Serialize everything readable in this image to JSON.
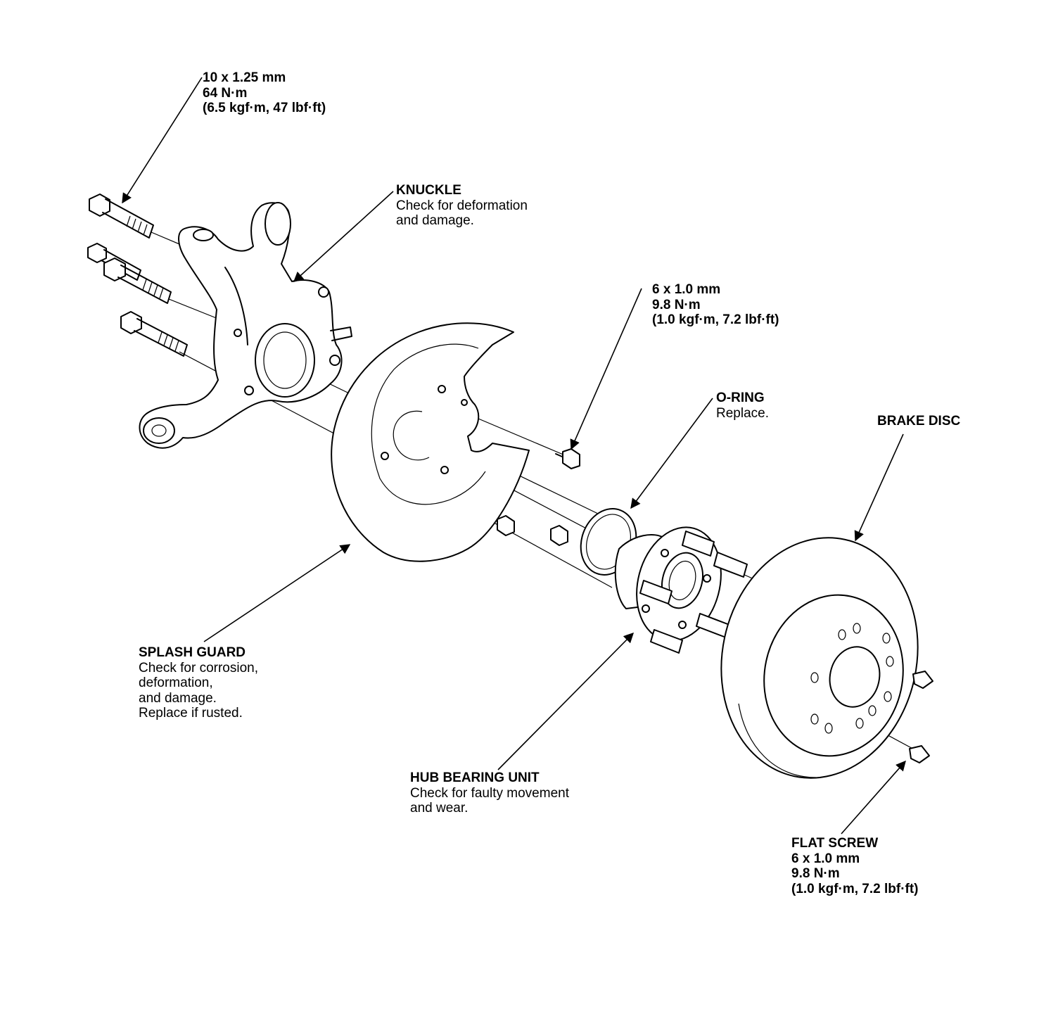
{
  "callouts": {
    "knuckle_bolt": {
      "l1": "10 x 1.25 mm",
      "l2": "64 N·m",
      "l3": "(6.5 kgf·m, 47 lbf·ft)"
    },
    "knuckle": {
      "title": "KNUCKLE",
      "l1": "Check for deformation",
      "l2": "and damage."
    },
    "guard_bolt": {
      "l1": "6 x 1.0 mm",
      "l2": "9.8 N·m",
      "l3": "(1.0 kgf·m, 7.2 lbf·ft)"
    },
    "o_ring": {
      "title": "O-RING",
      "l1": "Replace."
    },
    "brake_disc": {
      "title": "BRAKE DISC"
    },
    "splash_guard": {
      "title": "SPLASH GUARD",
      "l1": "Check for corrosion,",
      "l2": "deformation,",
      "l3": "and damage.",
      "l4": "Replace if rusted."
    },
    "hub_bearing": {
      "title": "HUB BEARING UNIT",
      "l1": "Check for faulty movement",
      "l2": "and wear."
    },
    "flat_screw": {
      "title": "FLAT SCREW",
      "l1": "6 x 1.0 mm",
      "l2": "9.8 N·m",
      "l3": "(1.0 kgf·m, 7.2 lbf·ft)"
    }
  }
}
